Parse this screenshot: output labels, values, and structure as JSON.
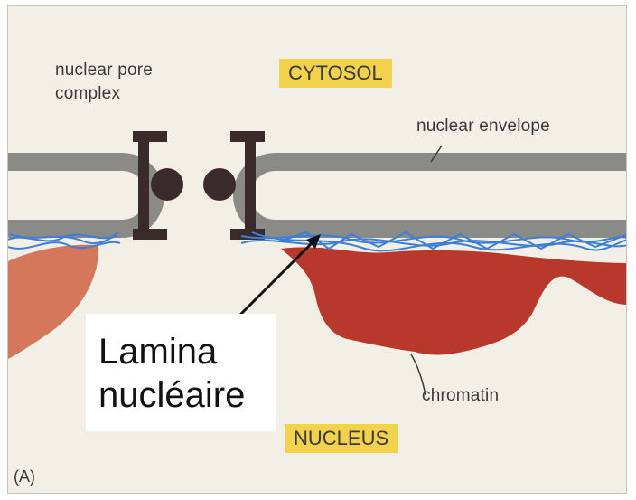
{
  "labels": {
    "nuclear_pore_complex": "nuclear pore\ncomplex",
    "cytosol": "CYTOSOL",
    "nuclear_envelope": "nuclear envelope",
    "lamina_nucleaire": "Lamina\nnucléaire",
    "chromatin": "chromatin",
    "nucleus": "NUCLEUS",
    "panel": "(A)"
  },
  "colors": {
    "background": "#f1efe6",
    "membrane": "#8a8a86",
    "pore_complex": "#3b2a2a",
    "lamina_filaments": "#3d7fd6",
    "chromatin": "#b9382c",
    "chromatin_left": "#d4775a",
    "tag_fill": "#f1d24a",
    "text": "#3a3a3a"
  }
}
